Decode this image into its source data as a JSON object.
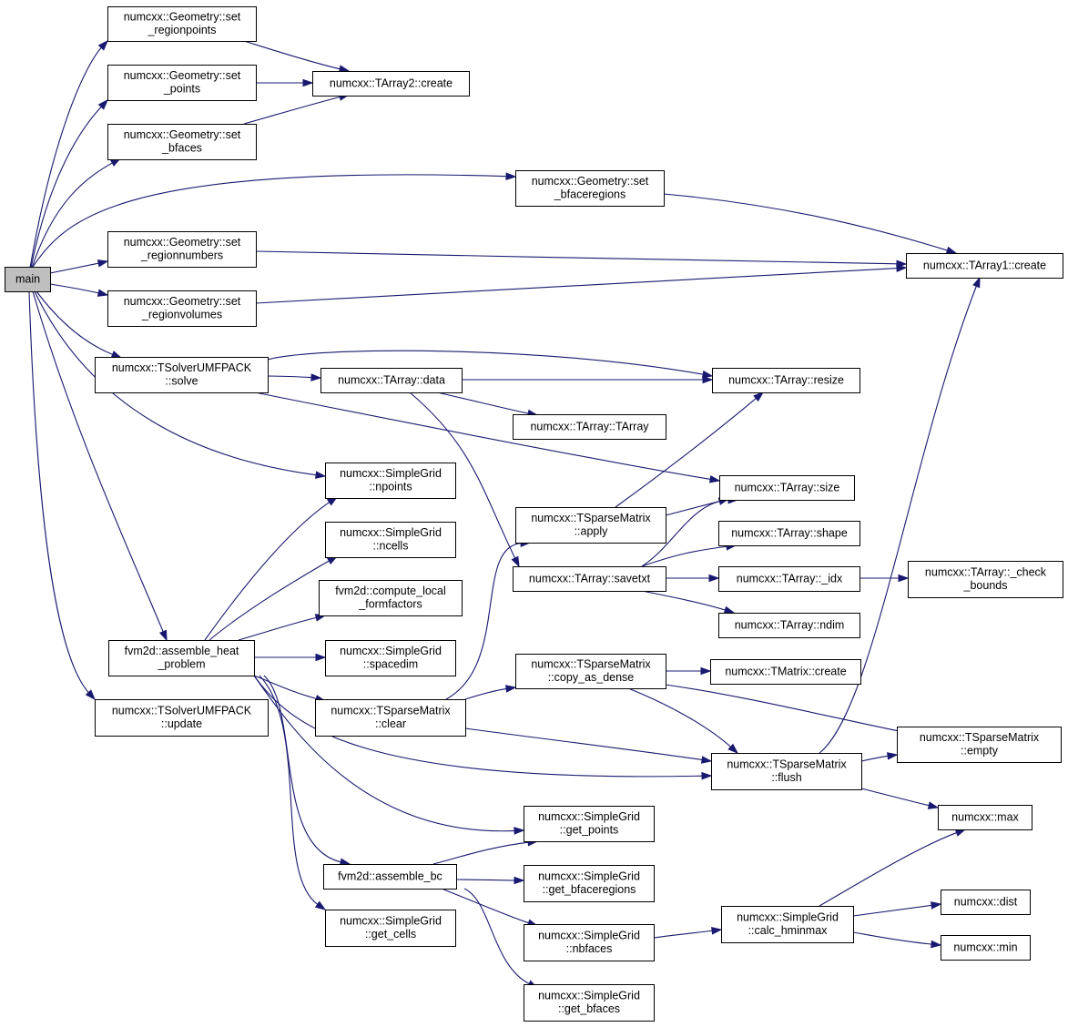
{
  "nodes": [
    {
      "id": "main",
      "lines": [
        "main"
      ],
      "root": true
    },
    {
      "id": "set_regionpoints",
      "lines": [
        "numcxx::Geometry::set",
        "_regionpoints"
      ]
    },
    {
      "id": "set_points",
      "lines": [
        "numcxx::Geometry::set",
        "_points"
      ]
    },
    {
      "id": "set_bfaces",
      "lines": [
        "numcxx::Geometry::set",
        "_bfaces"
      ]
    },
    {
      "id": "tarray2_create",
      "lines": [
        "numcxx::TArray2::create"
      ]
    },
    {
      "id": "set_bfaceregions",
      "lines": [
        "numcxx::Geometry::set",
        "_bfaceregions"
      ]
    },
    {
      "id": "set_regionnumbers",
      "lines": [
        "numcxx::Geometry::set",
        "_regionnumbers"
      ]
    },
    {
      "id": "set_regionvolumes",
      "lines": [
        "numcxx::Geometry::set",
        "_regionvolumes"
      ]
    },
    {
      "id": "tarray1_create",
      "lines": [
        "numcxx::TArray1::create"
      ]
    },
    {
      "id": "solve",
      "lines": [
        "numcxx::TSolverUMFPACK",
        "::solve"
      ]
    },
    {
      "id": "tarray_data",
      "lines": [
        "numcxx::TArray::data"
      ]
    },
    {
      "id": "tarray_resize",
      "lines": [
        "numcxx::TArray::resize"
      ]
    },
    {
      "id": "tarray_tarray",
      "lines": [
        "numcxx::TArray::TArray"
      ]
    },
    {
      "id": "npoints",
      "lines": [
        "numcxx::SimpleGrid",
        "::npoints"
      ]
    },
    {
      "id": "tarray_size",
      "lines": [
        "numcxx::TArray::size"
      ]
    },
    {
      "id": "ncells",
      "lines": [
        "numcxx::SimpleGrid",
        "::ncells"
      ]
    },
    {
      "id": "apply",
      "lines": [
        "numcxx::TSparseMatrix",
        "::apply"
      ]
    },
    {
      "id": "shape",
      "lines": [
        "numcxx::TArray::shape"
      ]
    },
    {
      "id": "savetxt",
      "lines": [
        "numcxx::TArray::savetxt"
      ]
    },
    {
      "id": "idx",
      "lines": [
        "numcxx::TArray::_idx"
      ]
    },
    {
      "id": "check_bounds",
      "lines": [
        "numcxx::TArray::_check",
        "_bounds"
      ]
    },
    {
      "id": "compute_local",
      "lines": [
        "fvm2d::compute_local",
        "_formfactors"
      ]
    },
    {
      "id": "ndim",
      "lines": [
        "numcxx::TArray::ndim"
      ]
    },
    {
      "id": "assemble_heat",
      "lines": [
        "fvm2d::assemble_heat",
        "_problem"
      ]
    },
    {
      "id": "spacedim",
      "lines": [
        "numcxx::SimpleGrid",
        "::spacedim"
      ]
    },
    {
      "id": "copy_as_dense",
      "lines": [
        "numcxx::TSparseMatrix",
        "::copy_as_dense"
      ]
    },
    {
      "id": "tmatrix_create",
      "lines": [
        "numcxx::TMatrix::create"
      ]
    },
    {
      "id": "update",
      "lines": [
        "numcxx::TSolverUMFPACK",
        "::update"
      ]
    },
    {
      "id": "clear",
      "lines": [
        "numcxx::TSparseMatrix",
        "::clear"
      ]
    },
    {
      "id": "empty",
      "lines": [
        "numcxx::TSparseMatrix",
        "::empty"
      ]
    },
    {
      "id": "flush",
      "lines": [
        "numcxx::TSparseMatrix",
        "::flush"
      ]
    },
    {
      "id": "max",
      "lines": [
        "numcxx::max"
      ]
    },
    {
      "id": "get_points",
      "lines": [
        "numcxx::SimpleGrid",
        "::get_points"
      ]
    },
    {
      "id": "assemble_bc",
      "lines": [
        "fvm2d::assemble_bc"
      ]
    },
    {
      "id": "get_bfaceregions",
      "lines": [
        "numcxx::SimpleGrid",
        "::get_bfaceregions"
      ]
    },
    {
      "id": "get_cells",
      "lines": [
        "numcxx::SimpleGrid",
        "::get_cells"
      ]
    },
    {
      "id": "nbfaces",
      "lines": [
        "numcxx::SimpleGrid",
        "::nbfaces"
      ]
    },
    {
      "id": "calc_hminmax",
      "lines": [
        "numcxx::SimpleGrid",
        "::calc_hminmax"
      ]
    },
    {
      "id": "dist",
      "lines": [
        "numcxx::dist"
      ]
    },
    {
      "id": "min",
      "lines": [
        "numcxx::min"
      ]
    },
    {
      "id": "get_bfaces",
      "lines": [
        "numcxx::SimpleGrid",
        "::get_bfaces"
      ]
    }
  ],
  "edges": [
    {
      "from": "main",
      "to": "set_regionpoints"
    },
    {
      "from": "main",
      "to": "set_points"
    },
    {
      "from": "main",
      "to": "set_bfaces"
    },
    {
      "from": "main",
      "to": "set_bfaceregions"
    },
    {
      "from": "main",
      "to": "set_regionnumbers"
    },
    {
      "from": "main",
      "to": "set_regionvolumes"
    },
    {
      "from": "main",
      "to": "solve"
    },
    {
      "from": "main",
      "to": "npoints"
    },
    {
      "from": "main",
      "to": "assemble_heat"
    },
    {
      "from": "main",
      "to": "update"
    },
    {
      "from": "set_regionpoints",
      "to": "tarray2_create"
    },
    {
      "from": "set_points",
      "to": "tarray2_create"
    },
    {
      "from": "set_bfaces",
      "to": "tarray2_create"
    },
    {
      "from": "set_bfaceregions",
      "to": "tarray1_create"
    },
    {
      "from": "set_regionnumbers",
      "to": "tarray1_create"
    },
    {
      "from": "set_regionvolumes",
      "to": "tarray1_create"
    },
    {
      "from": "solve",
      "to": "tarray_data"
    },
    {
      "from": "solve",
      "to": "tarray_resize"
    },
    {
      "from": "solve",
      "to": "tarray_size"
    },
    {
      "from": "tarray_data",
      "to": "tarray_resize"
    },
    {
      "from": "tarray_data",
      "to": "tarray_tarray"
    },
    {
      "from": "tarray_data",
      "to": "savetxt"
    },
    {
      "from": "apply",
      "to": "tarray_resize"
    },
    {
      "from": "apply",
      "to": "tarray_size"
    },
    {
      "from": "savetxt",
      "to": "tarray_size"
    },
    {
      "from": "savetxt",
      "to": "shape"
    },
    {
      "from": "savetxt",
      "to": "idx"
    },
    {
      "from": "savetxt",
      "to": "ndim"
    },
    {
      "from": "idx",
      "to": "check_bounds"
    },
    {
      "from": "assemble_heat",
      "to": "npoints"
    },
    {
      "from": "assemble_heat",
      "to": "ncells"
    },
    {
      "from": "assemble_heat",
      "to": "compute_local"
    },
    {
      "from": "assemble_heat",
      "to": "spacedim"
    },
    {
      "from": "assemble_heat",
      "to": "clear"
    },
    {
      "from": "assemble_heat",
      "to": "flush"
    },
    {
      "from": "assemble_heat",
      "to": "get_points"
    },
    {
      "from": "assemble_heat",
      "to": "assemble_bc"
    },
    {
      "from": "assemble_heat",
      "to": "get_cells"
    },
    {
      "from": "clear",
      "to": "apply"
    },
    {
      "from": "clear",
      "to": "copy_as_dense"
    },
    {
      "from": "clear",
      "to": "flush"
    },
    {
      "from": "copy_as_dense",
      "to": "tmatrix_create"
    },
    {
      "from": "copy_as_dense",
      "to": "empty"
    },
    {
      "from": "copy_as_dense",
      "to": "flush"
    },
    {
      "from": "flush",
      "to": "tarray1_create"
    },
    {
      "from": "flush",
      "to": "empty"
    },
    {
      "from": "flush",
      "to": "max"
    },
    {
      "from": "assemble_bc",
      "to": "get_points"
    },
    {
      "from": "assemble_bc",
      "to": "get_bfaceregions"
    },
    {
      "from": "assemble_bc",
      "to": "nbfaces"
    },
    {
      "from": "assemble_bc",
      "to": "get_bfaces"
    },
    {
      "from": "nbfaces",
      "to": "calc_hminmax"
    },
    {
      "from": "calc_hminmax",
      "to": "max"
    },
    {
      "from": "calc_hminmax",
      "to": "dist"
    },
    {
      "from": "calc_hminmax",
      "to": "min"
    }
  ]
}
